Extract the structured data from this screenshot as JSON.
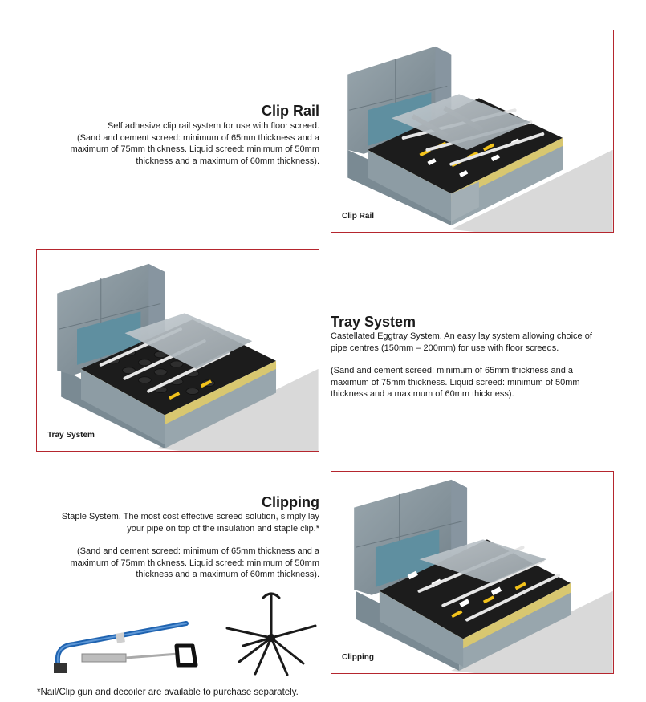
{
  "sections": {
    "clip_rail": {
      "title": "Clip Rail",
      "lines": [
        "Self adhesive clip rail system for use with floor screed.",
        "(Sand and cement screed: minimum of 65mm thickness and a",
        "maximum of 75mm thickness. Liquid screed: minimum of 50mm",
        "thickness and a maximum of 60mm thickness)."
      ],
      "caption": "Clip Rail"
    },
    "tray_system": {
      "title": "Tray System",
      "lines": [
        "Castellated Eggtray System. An easy lay system allowing choice of",
        "pipe centres (150mm – 200mm) for use with floor screeds."
      ],
      "lines2": [
        "(Sand and cement screed: minimum of 65mm thickness and a",
        "maximum of 75mm thickness. Liquid screed: minimum of 50mm",
        "thickness and a maximum of 60mm thickness)."
      ],
      "caption": "Tray System"
    },
    "clipping": {
      "title": "Clipping",
      "lines": [
        "Staple System. The most cost effective screed solution, simply lay",
        "your pipe on top of the insulation and staple clip.*"
      ],
      "lines2": [
        "(Sand and cement screed: minimum of 65mm thickness and a",
        "maximum of 75mm thickness. Liquid screed: minimum of 50mm",
        "thickness and a maximum of 60mm thickness)."
      ],
      "caption": "Clipping"
    }
  },
  "footnote": "*Nail/Clip gun and decoiler are available to purchase separately.",
  "colors": {
    "frame_border": "#b5262e",
    "concrete": "#8a9aa3",
    "insulation": "#e8d98a",
    "membrane": "#1c1c1c",
    "edge_strip": "#5f8fa0",
    "screed": "#b9c1c6"
  }
}
